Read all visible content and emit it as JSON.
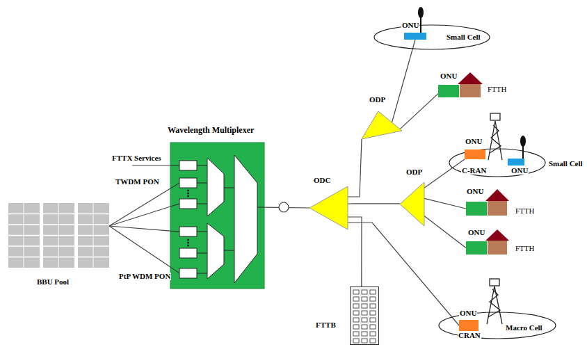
{
  "diagram": {
    "nodes": [
      {
        "text": [
          "BBU Pool"
        ]
      },
      {
        "text": [
          "Wavelength Multiplexer"
        ]
      },
      {
        "text": [
          "ODC"
        ]
      },
      {
        "text": [
          "ODP"
        ]
      },
      {
        "text": [
          "ODP"
        ]
      },
      {
        "text": [
          "Small Cell"
        ]
      },
      {
        "text": [
          "ONU"
        ],
        "in": 5
      },
      {
        "text": [
          "ONU"
        ]
      },
      {
        "text": [
          "C-RAN",
          "Small Cell"
        ]
      },
      {
        "text": [
          "ONU"
        ],
        "in": 8
      },
      {
        "text": [
          "ONU"
        ],
        "in": 8
      },
      {
        "text": [
          "ONU"
        ]
      },
      {
        "text": [
          "ONU"
        ]
      },
      {
        "text": [
          "FTTB"
        ]
      },
      {
        "text": [
          "Macro Cell"
        ]
      },
      {
        "text": [
          "ONU",
          "CRAN"
        ],
        "in": 14
      }
    ],
    "edges": [
      {
        "from": 0,
        "to": 1,
        "arrow": "none"
      },
      {
        "from": 1,
        "to": 2,
        "arrow": "none"
      },
      {
        "from": 2,
        "to": 3,
        "arrow": "none"
      },
      {
        "from": 2,
        "to": 4,
        "arrow": "none"
      },
      {
        "from": 2,
        "to": 13,
        "arrow": "none"
      },
      {
        "from": 2,
        "to": 15,
        "arrow": "none"
      },
      {
        "from": 3,
        "to": 6,
        "arrow": "none"
      },
      {
        "from": 3,
        "to": 7,
        "arrow": "none"
      },
      {
        "from": 4,
        "to": 9,
        "arrow": "none"
      },
      {
        "from": 4,
        "to": 11,
        "arrow": "none"
      },
      {
        "from": 4,
        "to": 12,
        "arrow": "none"
      }
    ],
    "labels": [
      "FTTX Services",
      "TWDM PON",
      "PtP WDM PON",
      "FTTH",
      "FTTH",
      "FTTH"
    ]
  }
}
